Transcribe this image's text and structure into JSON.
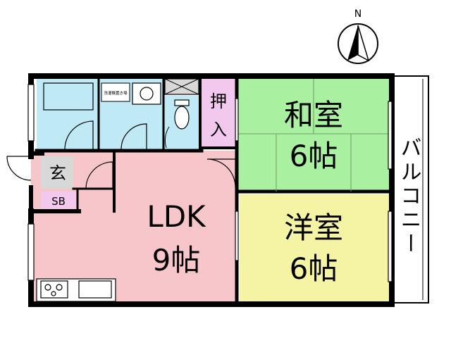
{
  "compass": {
    "north": "N"
  },
  "rooms": {
    "washitsu": {
      "name": "和室",
      "size": "6帖"
    },
    "youshitsu": {
      "name": "洋室",
      "size": "6帖"
    },
    "ldk": {
      "name": "LDK",
      "size": "9帖"
    },
    "oshiire": {
      "char1": "押",
      "char2": "入"
    },
    "genkan": {
      "label": "玄"
    },
    "shoebox": {
      "label": "SB"
    },
    "washer": {
      "label": "洗濯機置き場"
    },
    "balcony": {
      "label": "バルコニー"
    }
  },
  "colors": {
    "washitsu": "#a9f0a0",
    "youshitsu": "#f4f4a4",
    "ldk": "#f7c6ca",
    "wet": "#bfe9f5",
    "oshiire": "#f2c8ee",
    "genkan": "#d8d8d8",
    "wall": "#000000"
  }
}
